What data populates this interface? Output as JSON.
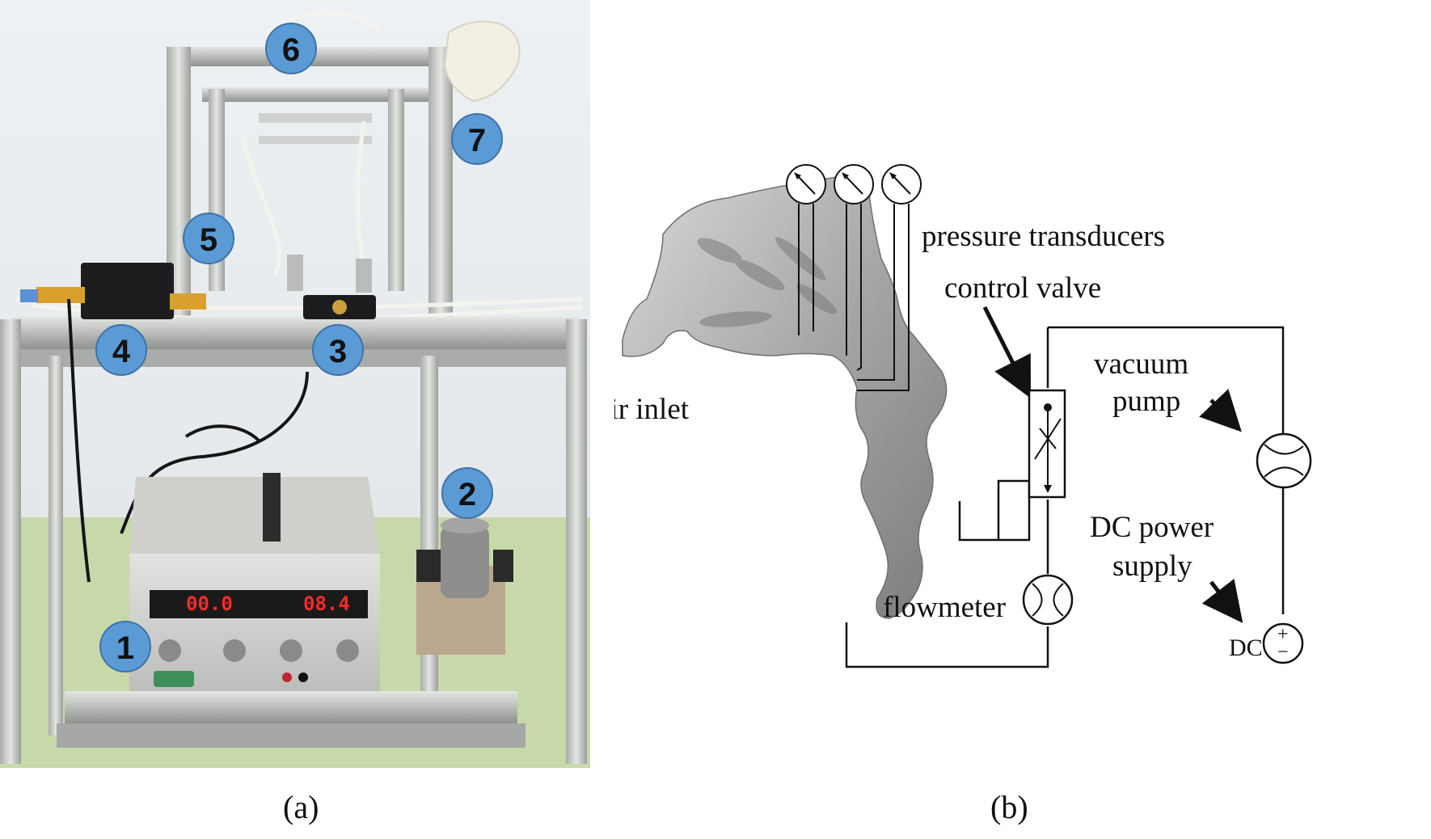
{
  "panel_a": {
    "caption": "(a)",
    "markers": [
      "1",
      "2",
      "3",
      "4",
      "5",
      "6",
      "7"
    ],
    "display_left": "00.0",
    "display_right": "08.4"
  },
  "panel_b": {
    "caption": "(b)",
    "labels": {
      "pressure": "pressure transducers",
      "control_valve": "control valve",
      "vacuum_line1": "vacuum",
      "vacuum_line2": "pump",
      "air_inlet": "air inlet",
      "dc_line1": "DC power",
      "dc_line2": "supply",
      "flowmeter": "flowmeter",
      "dc": "DC",
      "plus": "+",
      "minus": "−"
    }
  },
  "colors": {
    "marker_fill": "#5b9bd5",
    "frame": "#c9ccc9",
    "background_wall": "#e9ecef",
    "lcd_red": "#ff2a2a",
    "airway_gray": "#9a9a9a"
  }
}
